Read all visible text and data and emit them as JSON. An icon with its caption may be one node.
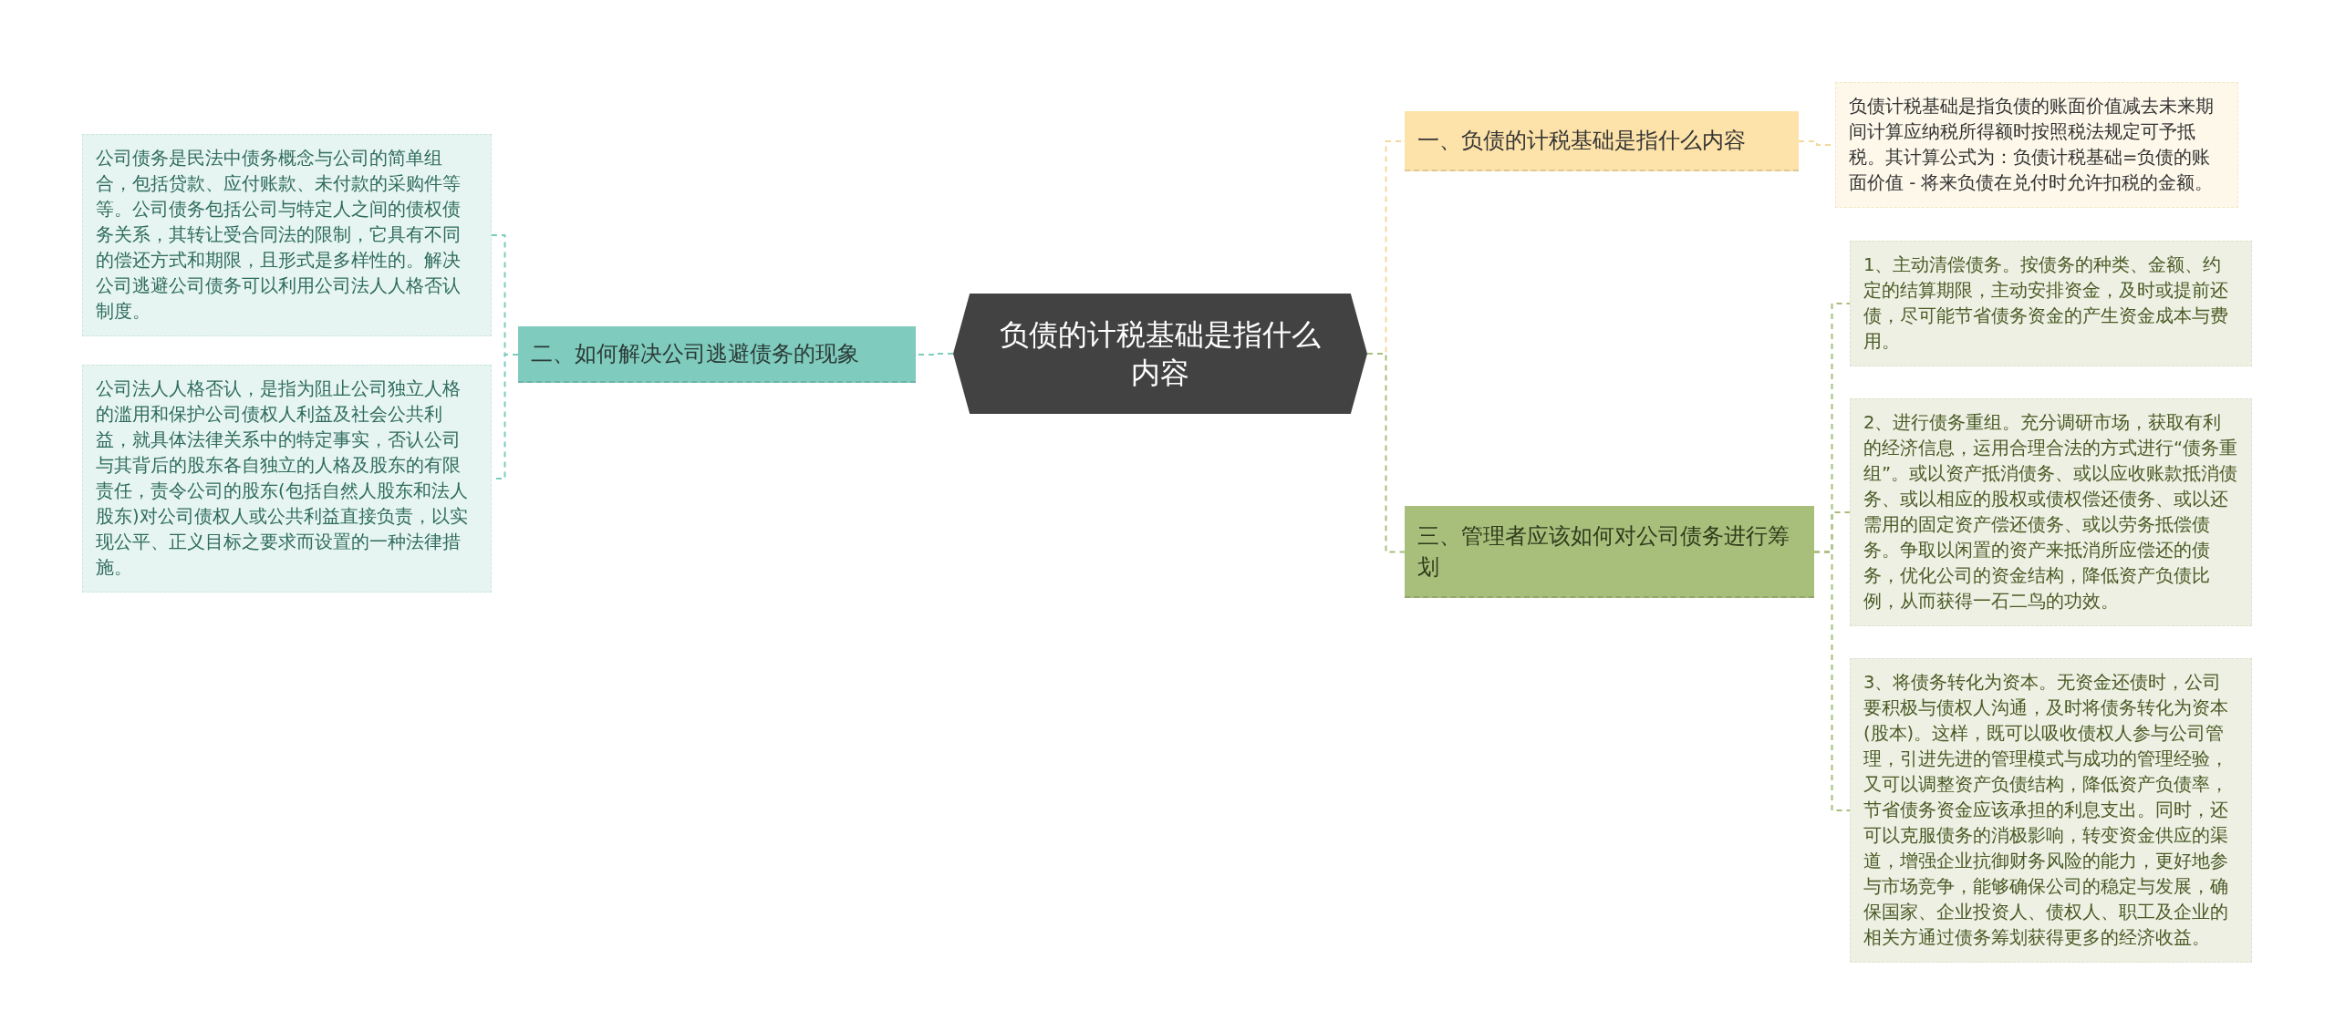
{
  "diagram": {
    "nodes": [
      {
        "text": [
          "负债的计税基础是指什么内容"
        ]
      },
      {
        "text": [
          "一、负债的计税基础是指什么内容"
        ]
      },
      {
        "text": [
          "负债计税基础是指负债的账面价值减去未来期间计算应纳税所得额时按照税法规定可予抵税。其计算公式为：负债计税基础=负债的账面价值 - 将来负债在兑付时允许扣税的金额。"
        ]
      },
      {
        "text": [
          "二、如何解决公司逃避债务的现象"
        ]
      },
      {
        "text": [
          "公司债务是民法中债务概念与公司的简单组合，包括贷款、应付账款、未付款的采购件等等。公司债务包括公司与特定人之间的债权债务关系，其转让受合同法的限制，它具有不同的偿还方式和期限，且形式是多样性的。解决公司逃避公司债务可以利用公司法人人格否认制度。"
        ]
      },
      {
        "text": [
          "公司法人人格否认，是指为阻止公司独立人格的滥用和保护公司债权人利益及社会公共利益，就具体法律关系中的特定事实，否认公司与其背后的股东各自独立的人格及股东的有限责任，责令公司的股东(包括自然人股东和法人股东)对公司债权人或公共利益直接负责，以实现公平、正义目标之要求而设置的一种法律措施。"
        ]
      },
      {
        "text": [
          "三、管理者应该如何对公司债务进行筹划"
        ]
      },
      {
        "text": [
          "1、主动清偿债务。按债务的种类、金额、约定的结算期限，主动安排资金，及时或提前还债，尽可能节省债务资金的产生资金成本与费用。"
        ]
      },
      {
        "text": [
          "2、进行债务重组。充分调研市场，获取有利的经济信息，运用合理合法的方式进行“债务重组”。或以资产抵消债务、或以应收账款抵消债务、或以相应的股权或债权偿还债务、或以还需用的固定资产偿还债务、或以劳务抵偿债务。争取以闲置的资产来抵消所应偿还的债务，优化公司的资金结构，降低资产负债比例，从而获得一石二鸟的功效。"
        ]
      },
      {
        "text": [
          "3、将债务转化为资本。无资金还债时，公司要积极与债权人沟通，及时将债务转化为资本(股本)。这样，既可以吸收债权人参与公司管理，引进先进的管理模式与成功的管理经验，又可以调整资产负债结构，降低资产负债率，节省债务资金应该承担的利息支出。同时，还可以克服债务的消极影响，转变资金供应的渠道，增强企业抗御财务风险的能力，更好地参与市场竞争，能够确保公司的稳定与发展，确保国家、企业投资人、债权人、职工及企业的相关方通过债务筹划获得更多的经济收益。"
        ]
      }
    ],
    "edges": [
      {
        "from": 0,
        "to": 1,
        "arrow": "none",
        "color": "#f3d99a"
      },
      {
        "from": 1,
        "to": 2,
        "arrow": "none",
        "color": "#f3d99a"
      },
      {
        "from": 0,
        "to": 3,
        "arrow": "none",
        "color": "#7dcbbd"
      },
      {
        "from": 3,
        "to": 4,
        "arrow": "none",
        "color": "#7dcbbd"
      },
      {
        "from": 3,
        "to": 5,
        "arrow": "none",
        "color": "#7dcbbd"
      },
      {
        "from": 0,
        "to": 6,
        "arrow": "none",
        "color": "#a6be7a"
      },
      {
        "from": 6,
        "to": 7,
        "arrow": "none",
        "color": "#a6be7a"
      },
      {
        "from": 6,
        "to": 8,
        "arrow": "none",
        "color": "#a6be7a"
      },
      {
        "from": 6,
        "to": 9,
        "arrow": "none",
        "color": "#a6be7a"
      }
    ]
  }
}
